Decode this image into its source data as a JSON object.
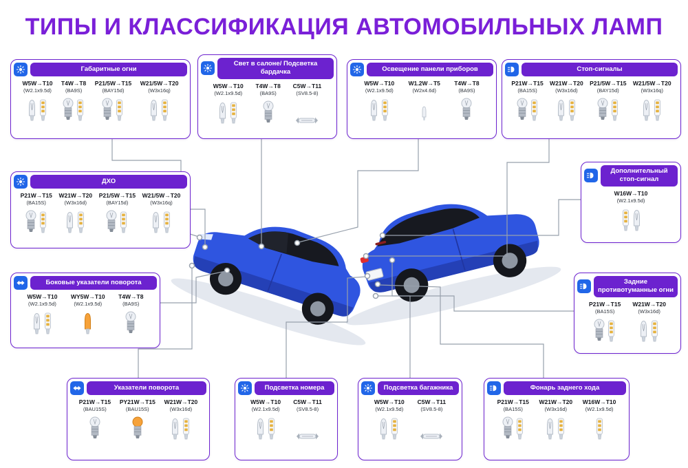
{
  "title": "ТИПЫ И КЛАССИФИКАЦИЯ АВТОМОБИЛЬНЫХ ЛАМП",
  "colors": {
    "title_purple": "#7a1fd8",
    "header_purple": "#6c22cf",
    "icon_chip_blue": "#2166e8",
    "car_body_blue": "#2f55e0",
    "connector_gray": "#97a0ac"
  },
  "cards": [
    {
      "id": "position-lights",
      "title": "Габаритные огни",
      "icon": "position-lights-icon",
      "glyph": "sun",
      "lamps": [
        {
          "name": "W5W→T10",
          "base": "(W2.1x9.5d)",
          "bulbs": [
            "wedge-bulb",
            "led-bulb"
          ]
        },
        {
          "name": "T4W→T8",
          "base": "(BA9S)",
          "bulbs": [
            "bayonet-bulb",
            "led-bulb"
          ]
        },
        {
          "name": "P21/5W→T15",
          "base": "(BAY15d)",
          "bulbs": [
            "bayonet-bulb",
            "led-bulb"
          ]
        },
        {
          "name": "W21/5W→T20",
          "base": "(W3x16q)",
          "bulbs": [
            "wedge-bulb",
            "led-bulb"
          ]
        }
      ]
    },
    {
      "id": "interior-glovebox-light",
      "title": "Свет в салоне/ Подсветка бардачка",
      "icon": "interior-light-icon",
      "glyph": "sun",
      "lamps": [
        {
          "name": "W5W→T10",
          "base": "(W2.1x9.5d)",
          "bulbs": [
            "wedge-bulb",
            "led-bulb"
          ]
        },
        {
          "name": "T4W→T8",
          "base": "(BA9S)",
          "bulbs": [
            "bayonet-bulb"
          ]
        },
        {
          "name": "C5W→T11",
          "base": "(SV8.5-8)",
          "bulbs": [
            "festoon-bulb"
          ]
        }
      ]
    },
    {
      "id": "dashboard-lighting",
      "title": "Освещение панели приборов",
      "icon": "dashboard-light-icon",
      "glyph": "sun",
      "lamps": [
        {
          "name": "W5W→T10",
          "base": "(W2.1x9.5d)",
          "bulbs": [
            "wedge-bulb",
            "led-bulb"
          ]
        },
        {
          "name": "W1.2W→T5",
          "base": "(W2x4.6d)",
          "bulbs": [
            "small-wedge-bulb"
          ]
        },
        {
          "name": "T4W→T8",
          "base": "(BA9S)",
          "bulbs": [
            "bayonet-bulb"
          ]
        }
      ]
    },
    {
      "id": "brake-lights",
      "title": "Стоп-сигналы",
      "icon": "brake-lights-icon",
      "glyph": "beam",
      "lamps": [
        {
          "name": "P21W→T15",
          "base": "(BA15S)",
          "bulbs": [
            "bayonet-bulb",
            "led-bulb"
          ]
        },
        {
          "name": "W21W→T20",
          "base": "(W3x16d)",
          "bulbs": [
            "wedge-bulb",
            "led-bulb"
          ]
        },
        {
          "name": "P21/5W→T15",
          "base": "(BAY15d)",
          "bulbs": [
            "bayonet-bulb",
            "led-bulb"
          ]
        },
        {
          "name": "W21/5W→T20",
          "base": "(W3x16q)",
          "bulbs": [
            "wedge-bulb",
            "led-bulb"
          ]
        }
      ]
    },
    {
      "id": "drl",
      "title": "ДХО",
      "icon": "drl-icon",
      "glyph": "sun",
      "lamps": [
        {
          "name": "P21W→T15",
          "base": "(BA15S)",
          "bulbs": [
            "bayonet-bulb",
            "led-bulb"
          ]
        },
        {
          "name": "W21W→T20",
          "base": "(W3x16d)",
          "bulbs": [
            "wedge-bulb",
            "led-bulb"
          ]
        },
        {
          "name": "P21/5W→T15",
          "base": "(BAY15d)",
          "bulbs": [
            "bayonet-bulb",
            "led-bulb"
          ]
        },
        {
          "name": "W21/5W→T20",
          "base": "(W3x16q)",
          "bulbs": [
            "wedge-bulb",
            "led-bulb"
          ]
        }
      ]
    },
    {
      "id": "additional-brake-light",
      "title": "Дополнительный стоп-сигнал",
      "icon": "additional-brake-light-icon",
      "glyph": "beam",
      "lamps": [
        {
          "name": "W16W→T10",
          "base": "(W2.1x9.5d)",
          "bulbs": [
            "led-bulb",
            "wedge-bulb"
          ]
        }
      ]
    },
    {
      "id": "side-turn-signals",
      "title": "Боковые указатели поворота",
      "icon": "side-turn-signals-icon",
      "glyph": "arrows",
      "lamps": [
        {
          "name": "W5W→T10",
          "base": "(W2.1x9.5d)",
          "bulbs": [
            "wedge-bulb",
            "led-bulb"
          ]
        },
        {
          "name": "WY5W→T10",
          "base": "(W2.1x9.5d)",
          "bulbs": [
            "amber-wedge-bulb"
          ]
        },
        {
          "name": "T4W→T8",
          "base": "(BA9S)",
          "bulbs": [
            "bayonet-bulb"
          ]
        }
      ]
    },
    {
      "id": "rear-fog-lights",
      "title": "Задние противотуманные огни",
      "icon": "rear-fog-lights-icon",
      "glyph": "beam",
      "lamps": [
        {
          "name": "P21W→T15",
          "base": "(BA15S)",
          "bulbs": [
            "bayonet-bulb",
            "led-bulb"
          ]
        },
        {
          "name": "W21W→T20",
          "base": "(W3x16d)",
          "bulbs": [
            "wedge-bulb",
            "led-bulb"
          ]
        }
      ]
    },
    {
      "id": "turn-signals",
      "title": "Указатели поворота",
      "icon": "turn-signals-icon",
      "glyph": "arrows",
      "lamps": [
        {
          "name": "P21W→T15",
          "base": "(BAU15S)",
          "bulbs": [
            "bayonet-bulb"
          ]
        },
        {
          "name": "PY21W→T15",
          "base": "(BAU15S)",
          "bulbs": [
            "amber-bayonet-bulb"
          ]
        },
        {
          "name": "W21W→T20",
          "base": "(W3x16d)",
          "bulbs": [
            "wedge-bulb",
            "led-bulb"
          ]
        }
      ]
    },
    {
      "id": "license-plate-light",
      "title": "Подсветка номера",
      "icon": "license-plate-light-icon",
      "glyph": "sun",
      "lamps": [
        {
          "name": "W5W→T10",
          "base": "(W2.1x9.5d)",
          "bulbs": [
            "wedge-bulb",
            "led-bulb"
          ]
        },
        {
          "name": "C5W→T11",
          "base": "(SV8.5-8)",
          "bulbs": [
            "festoon-bulb"
          ]
        }
      ]
    },
    {
      "id": "trunk-light",
      "title": "Подсветка багажника",
      "icon": "trunk-light-icon",
      "glyph": "sun",
      "lamps": [
        {
          "name": "W5W→T10",
          "base": "(W2.1x9.5d)",
          "bulbs": [
            "wedge-bulb",
            "led-bulb"
          ]
        },
        {
          "name": "C5W→T11",
          "base": "(SV8.5-8)",
          "bulbs": [
            "festoon-bulb"
          ]
        }
      ]
    },
    {
      "id": "reverse-light",
      "title": "Фонарь заднего хода",
      "icon": "reverse-light-icon",
      "glyph": "beam",
      "lamps": [
        {
          "name": "P21W→T15",
          "base": "(BA15S)",
          "bulbs": [
            "bayonet-bulb",
            "led-bulb"
          ]
        },
        {
          "name": "W21W→T20",
          "base": "(W3x16d)",
          "bulbs": [
            "wedge-bulb",
            "led-bulb"
          ]
        },
        {
          "name": "W16W→T10",
          "base": "(W2.1x9.5d)",
          "bulbs": [
            "led-bulb"
          ]
        }
      ]
    }
  ]
}
